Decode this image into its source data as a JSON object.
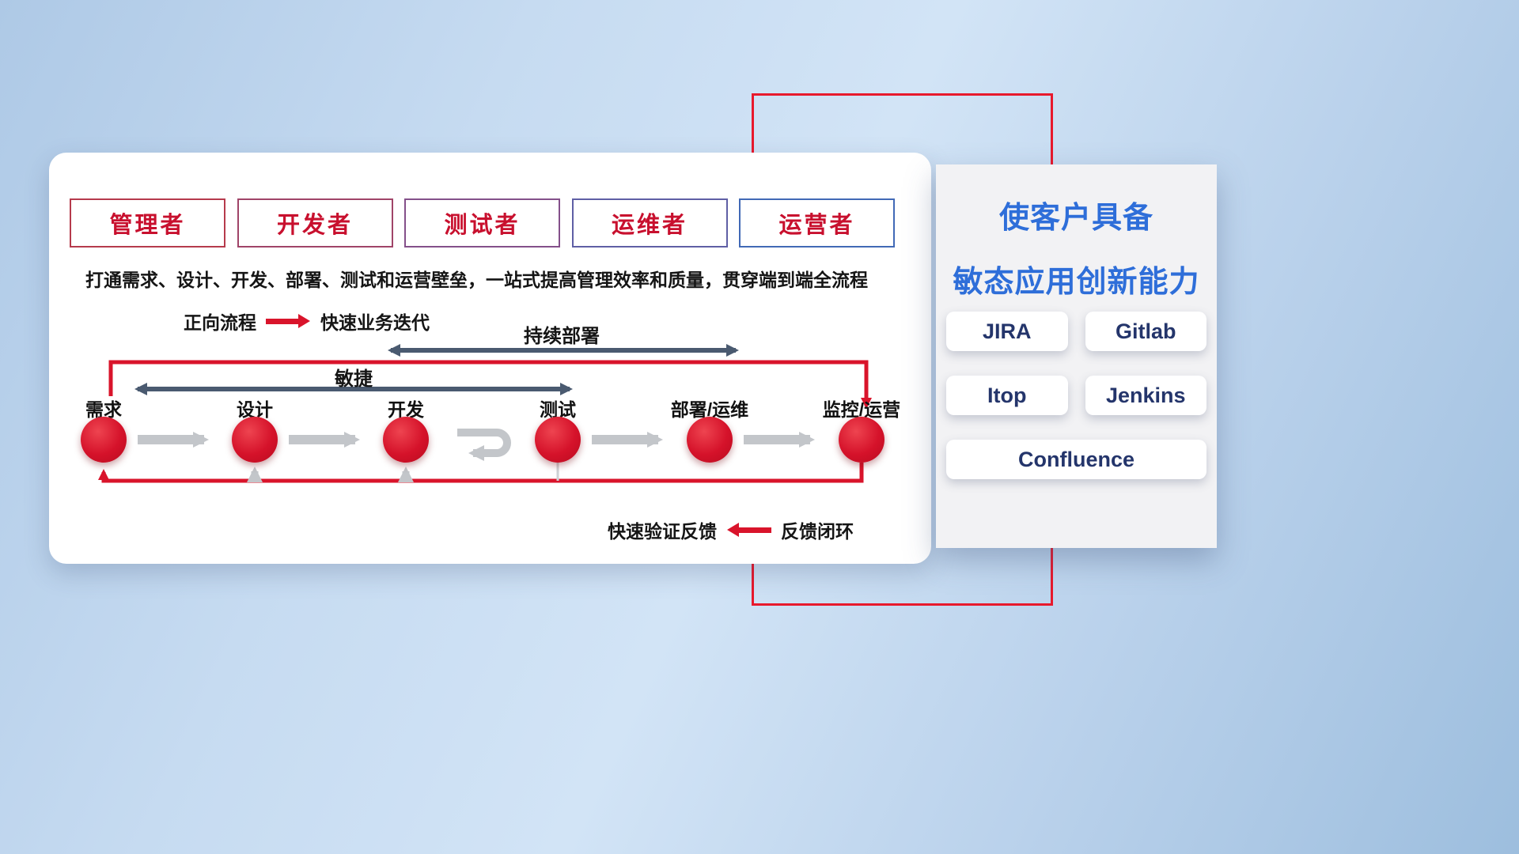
{
  "card": {
    "roles": [
      {
        "label": "管理者",
        "border_color": "#b63a4c"
      },
      {
        "label": "开发者",
        "border_color": "#a04468"
      },
      {
        "label": "测试者",
        "border_color": "#84508a"
      },
      {
        "label": "运维者",
        "border_color": "#5f5fa5"
      },
      {
        "label": "运营者",
        "border_color": "#4169b6"
      }
    ],
    "description": "打通需求、设计、开发、部署、测试和运营壁垒，一站式提高管理效率和质量，贯穿端到端全流程",
    "legend_forward_label": "正向流程",
    "legend_forward_value": "快速业务迭代",
    "arrow_continuous_deploy": "持续部署",
    "arrow_agile": "敏捷",
    "stages": [
      {
        "label": "需求"
      },
      {
        "label": "设计"
      },
      {
        "label": "开发"
      },
      {
        "label": "测试"
      },
      {
        "label": "部署/运维"
      },
      {
        "label": "监控/运营"
      }
    ],
    "legend_feedback_label": "快速验证反馈",
    "legend_feedback_value": "反馈闭环"
  },
  "panel": {
    "title_line1": "使客户具备",
    "title_line2": "敏态应用创新能力",
    "tools": [
      {
        "label": "JIRA"
      },
      {
        "label": "Gitlab"
      },
      {
        "label": "Itop"
      },
      {
        "label": "Jenkins"
      },
      {
        "label": "Confluence"
      }
    ]
  },
  "colors": {
    "accent_red": "#e8192c",
    "flow_red": "#d9142b",
    "role_text_red": "#c8102e",
    "dark_arrow": "#4a5a70",
    "gray_arrow": "#c3c6ca",
    "panel_title_blue": "#2e6ed9",
    "tool_text_navy": "#24356b"
  }
}
